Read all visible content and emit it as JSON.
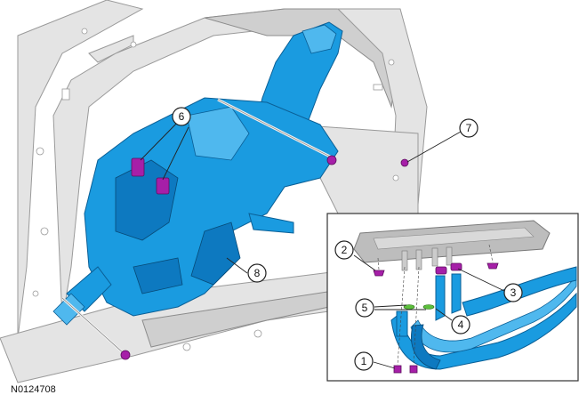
{
  "figure_id": "N0124708",
  "callouts": {
    "c1": "1",
    "c2": "2",
    "c3": "3",
    "c4": "4",
    "c5": "5",
    "c6": "6",
    "c7": "7",
    "c8": "8"
  },
  "colors": {
    "component_blue": "#1a9be0",
    "fastener_purple": "#a61fa8",
    "body_panel_gray": "#e4e4e4"
  }
}
